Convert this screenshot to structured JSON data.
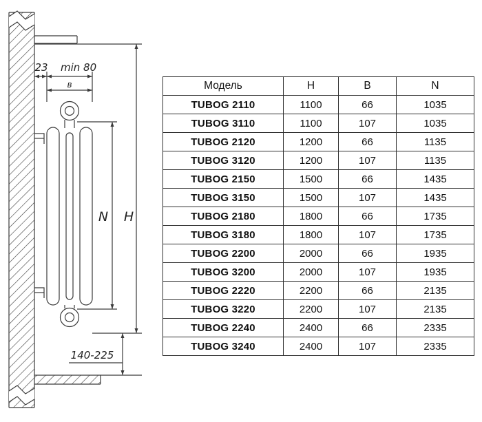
{
  "diagram": {
    "labels": {
      "wall_gap": "23",
      "min_clearance": "min 80",
      "depth": "в",
      "pipe_distance": "N",
      "height": "H",
      "floor_clearance": "140-225"
    }
  },
  "table": {
    "headers": [
      "Модель",
      "H",
      "B",
      "N"
    ],
    "rows": [
      [
        "TUBOG 2110",
        "1100",
        "66",
        "1035"
      ],
      [
        "TUBOG 3110",
        "1100",
        "107",
        "1035"
      ],
      [
        "TUBOG 2120",
        "1200",
        "66",
        "1135"
      ],
      [
        "TUBOG 3120",
        "1200",
        "107",
        "1135"
      ],
      [
        "TUBOG 2150",
        "1500",
        "66",
        "1435"
      ],
      [
        "TUBOG 3150",
        "1500",
        "107",
        "1435"
      ],
      [
        "TUBOG 2180",
        "1800",
        "66",
        "1735"
      ],
      [
        "TUBOG 3180",
        "1800",
        "107",
        "1735"
      ],
      [
        "TUBOG 2200",
        "2000",
        "66",
        "1935"
      ],
      [
        "TUBOG 3200",
        "2000",
        "107",
        "1935"
      ],
      [
        "TUBOG 2220",
        "2200",
        "66",
        "2135"
      ],
      [
        "TUBOG 3220",
        "2200",
        "107",
        "2135"
      ],
      [
        "TUBOG 2240",
        "2400",
        "66",
        "2335"
      ],
      [
        "TUBOG 3240",
        "2400",
        "107",
        "2335"
      ]
    ]
  }
}
